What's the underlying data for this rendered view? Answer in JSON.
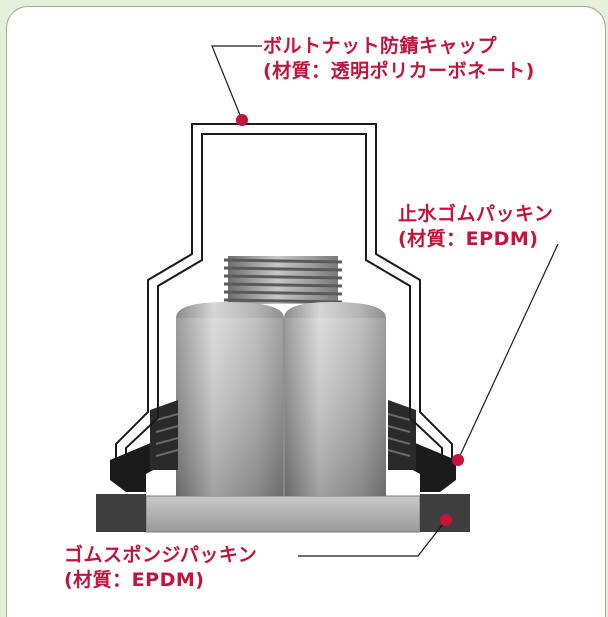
{
  "labels": {
    "cap": {
      "name": "ボルトナット防錆キャップ",
      "material": "(材質：透明ポリカーボネート)"
    },
    "seal": {
      "name": "止水ゴムパッキン",
      "material": "(材質：EPDM)"
    },
    "sponge": {
      "name": "ゴムスポンジパッキン",
      "material": "(材質：EPDM)"
    }
  },
  "colors": {
    "accent": "#c4143c",
    "background": "#e4f0d9",
    "panel_border": "#9bb187"
  }
}
